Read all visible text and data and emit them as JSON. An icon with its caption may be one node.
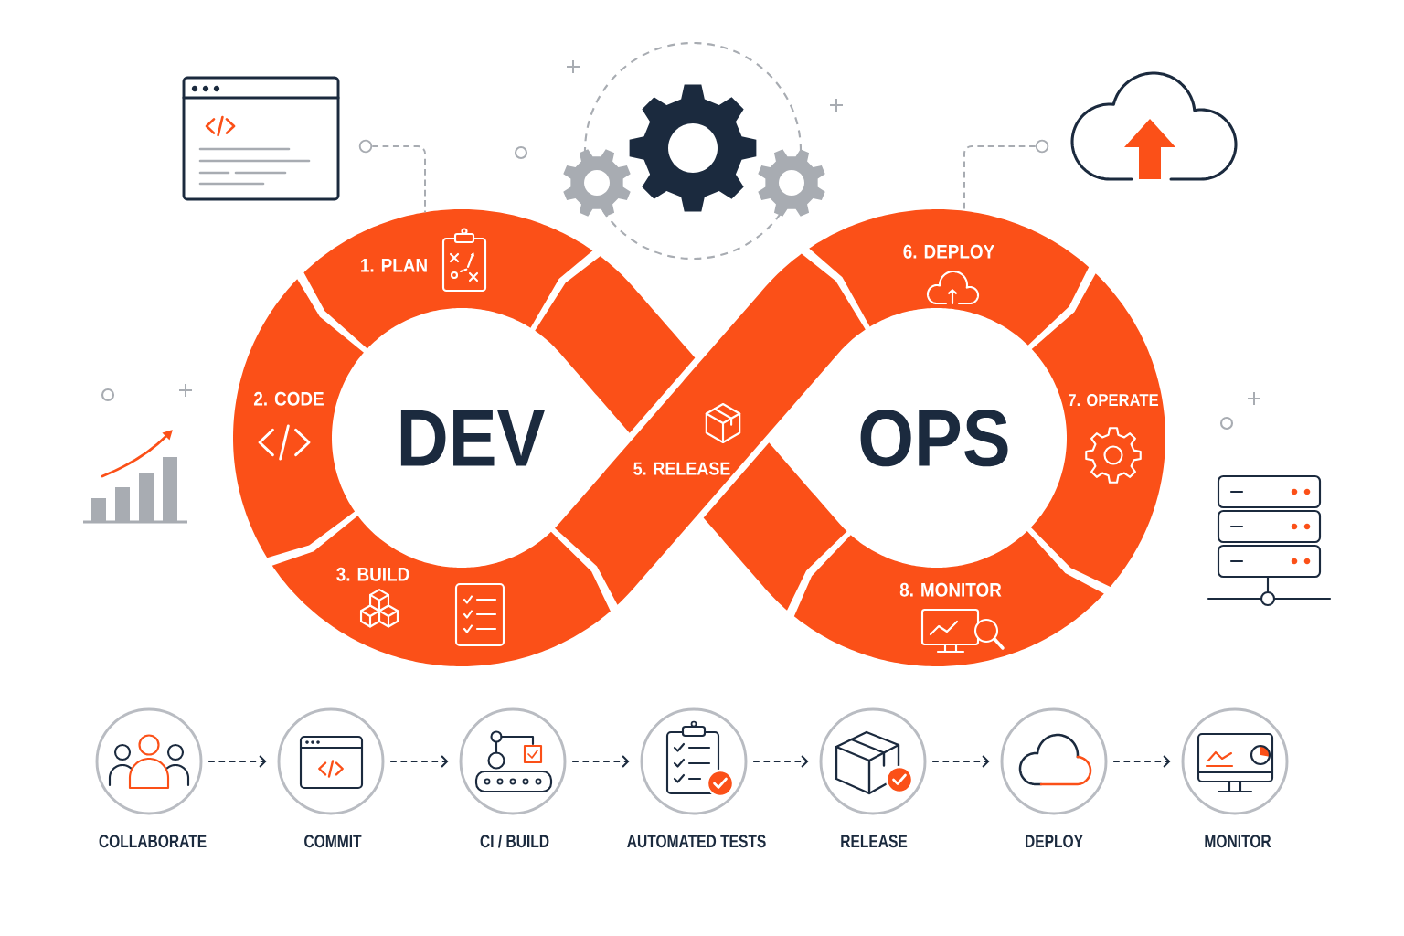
{
  "diagram": {
    "nodes": [
      {
        "text": [
          "1. PLAN"
        ]
      },
      {
        "text": [
          "2. CODE"
        ]
      },
      {
        "text": [
          "3. BUILD"
        ]
      },
      {
        "text": [
          "5. RELEASE"
        ]
      },
      {
        "text": [
          "6. DEPLOY"
        ]
      },
      {
        "text": [
          "7. OPERATE"
        ]
      },
      {
        "text": [
          "8. MONITOR"
        ]
      },
      {
        "text": [],
        "shape": "band"
      },
      {
        "text": [],
        "shape": "circle"
      },
      {
        "text": [],
        "shape": "circle"
      },
      {
        "text": [
          "COLLABORATE"
        ]
      },
      {
        "text": [
          "COMMIT"
        ]
      },
      {
        "text": [
          "CI / BUILD"
        ]
      },
      {
        "text": [
          "AUTOMATED TESTS"
        ]
      },
      {
        "text": [
          "RELEASE"
        ]
      },
      {
        "text": [
          "DEPLOY"
        ]
      },
      {
        "text": [
          "MONITOR"
        ]
      }
    ],
    "edges": [
      {
        "from": 8,
        "to": 0,
        "arrow": "none",
        "style": "dashed",
        "color": "#a8acb2"
      },
      {
        "from": 9,
        "to": 4,
        "arrow": "none",
        "style": "dashed",
        "color": "#a8acb2"
      },
      {
        "from": 10,
        "to": 11,
        "arrow": "to",
        "style": "dashed"
      },
      {
        "from": 11,
        "to": 12,
        "arrow": "to",
        "style": "dashed"
      },
      {
        "from": 12,
        "to": 13,
        "arrow": "to",
        "style": "dashed"
      },
      {
        "from": 13,
        "to": 14,
        "arrow": "to",
        "style": "dashed"
      },
      {
        "from": 14,
        "to": 15,
        "arrow": "to",
        "style": "dashed"
      },
      {
        "from": 15,
        "to": 16,
        "arrow": "to",
        "style": "dashed"
      }
    ],
    "labels": [
      "DEV",
      "OPS"
    ]
  }
}
